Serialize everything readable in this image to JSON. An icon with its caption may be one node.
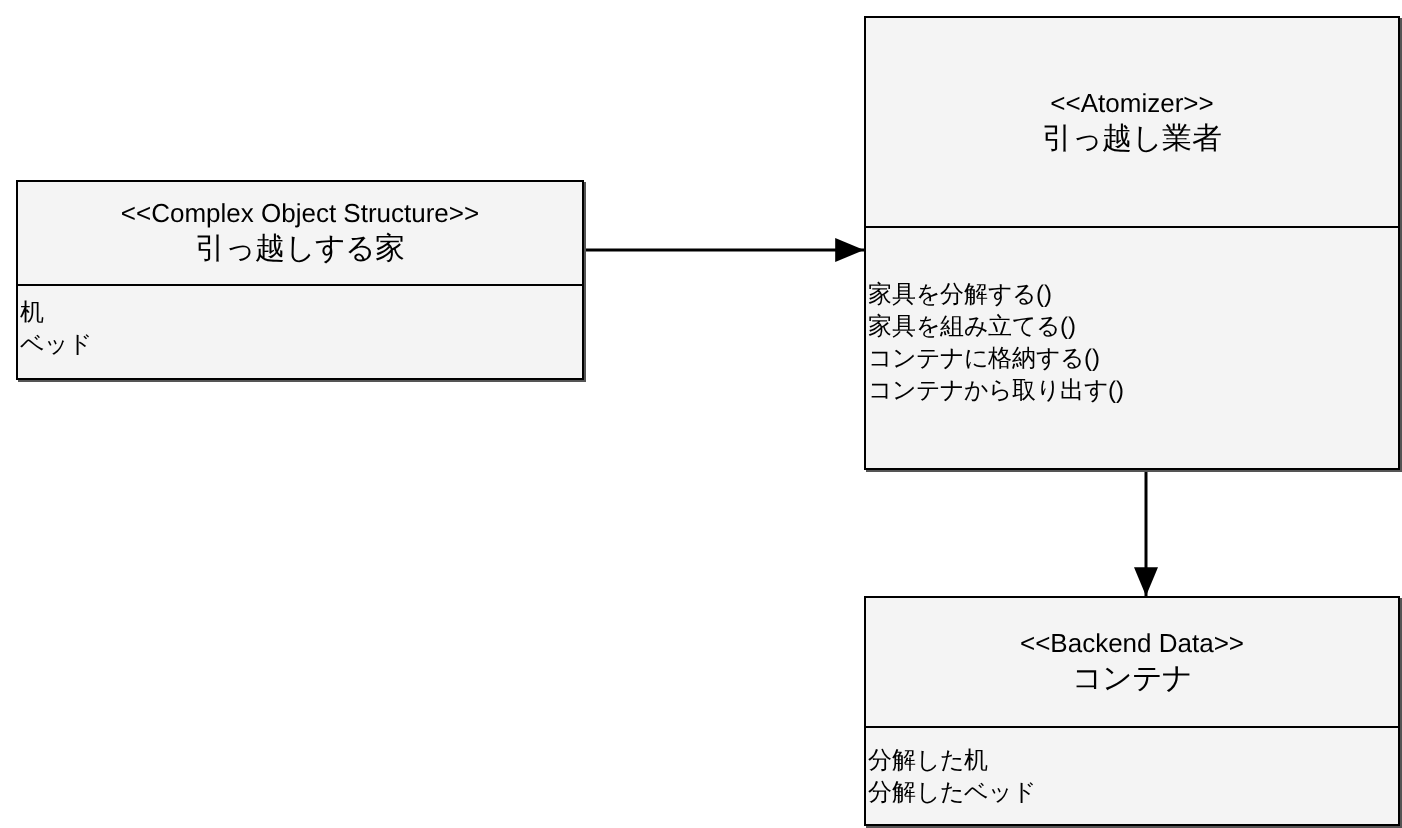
{
  "diagram": {
    "nodes": [
      {
        "text": [
          "<<Complex Object Structure>>",
          "引っ越しする家",
          "机",
          "ベッド"
        ]
      },
      {
        "text": [
          "<<Atomizer>>",
          "引っ越し業者",
          "家具を分解する()",
          "家具を組み立てる()",
          "コンテナに格納する()",
          "コンテナから取り出す()"
        ]
      },
      {
        "text": [
          "<<Backend Data>>",
          "コンテナ",
          "分解した机",
          "分解したベッド"
        ]
      }
    ],
    "edges": [
      {
        "from": 0,
        "to": 1,
        "arrow": "to"
      },
      {
        "from": 1,
        "to": 2,
        "arrow": "to"
      }
    ]
  }
}
